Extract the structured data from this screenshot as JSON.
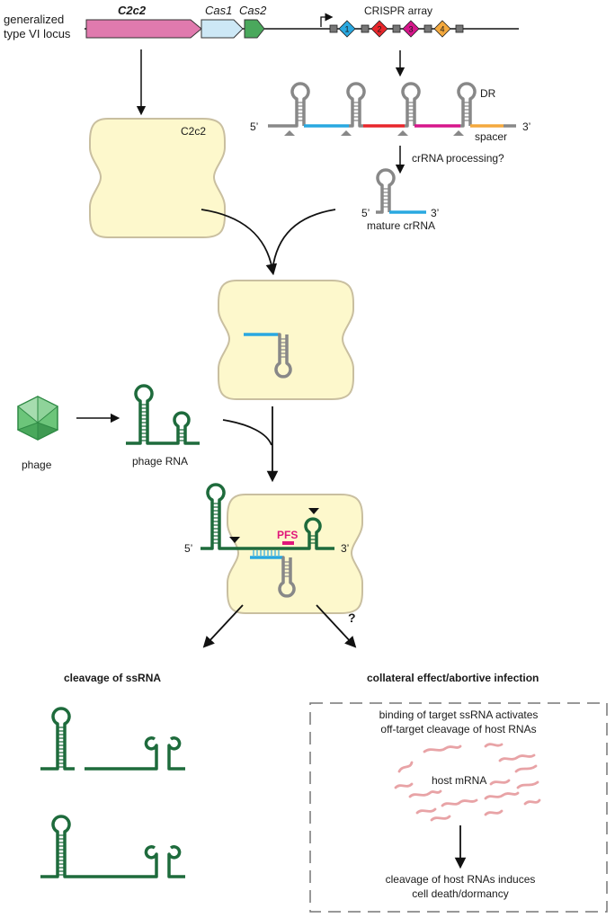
{
  "locus": {
    "label_line1": "generalized",
    "label_line2": "type VI locus",
    "genes": [
      "C2c2",
      "Cas1",
      "Cas2"
    ],
    "array_title": "CRISPR array",
    "spacer_numbers": [
      "1",
      "2",
      "3",
      "4"
    ]
  },
  "processing": {
    "five_prime": "5’",
    "three_prime": "3’",
    "dr_label": "DR",
    "spacer_label": "spacer",
    "step_label": "crRNA processing?",
    "mature_label": "mature crRNA"
  },
  "protein": {
    "label": "C2c2"
  },
  "phage": {
    "phage_label": "phage",
    "rna_label": "phage RNA"
  },
  "complex": {
    "five_prime": "5’",
    "three_prime": "3’",
    "pfs_label": "PFS",
    "question_mark": "?"
  },
  "outcomes": {
    "left_title": "cleavage of ssRNA",
    "right_title": "collateral effect/abortive infection",
    "box_text_line1": "binding of target ssRNA activates",
    "box_text_line2": "off-target cleavage of host RNAs",
    "host_label": "host mRNA",
    "result_line1": "cleavage of host RNAs induces",
    "result_line2": "cell death/dormancy"
  },
  "colors": {
    "c2c2_gene": "#e07aae",
    "cas1_gene": "#cde8f6",
    "cas2_gene": "#4aa85c",
    "spacer1": "#29a8e0",
    "spacer2": "#e8262b",
    "spacer3": "#d6168b",
    "spacer4": "#f4a93e",
    "repeat": "#888888",
    "protein_fill": "#fdf8cc",
    "protein_stroke": "#c9bfa0",
    "phage_rna": "#1e6b3c",
    "host_rna": "#e8a3a6",
    "pfs": "#e0167a"
  }
}
